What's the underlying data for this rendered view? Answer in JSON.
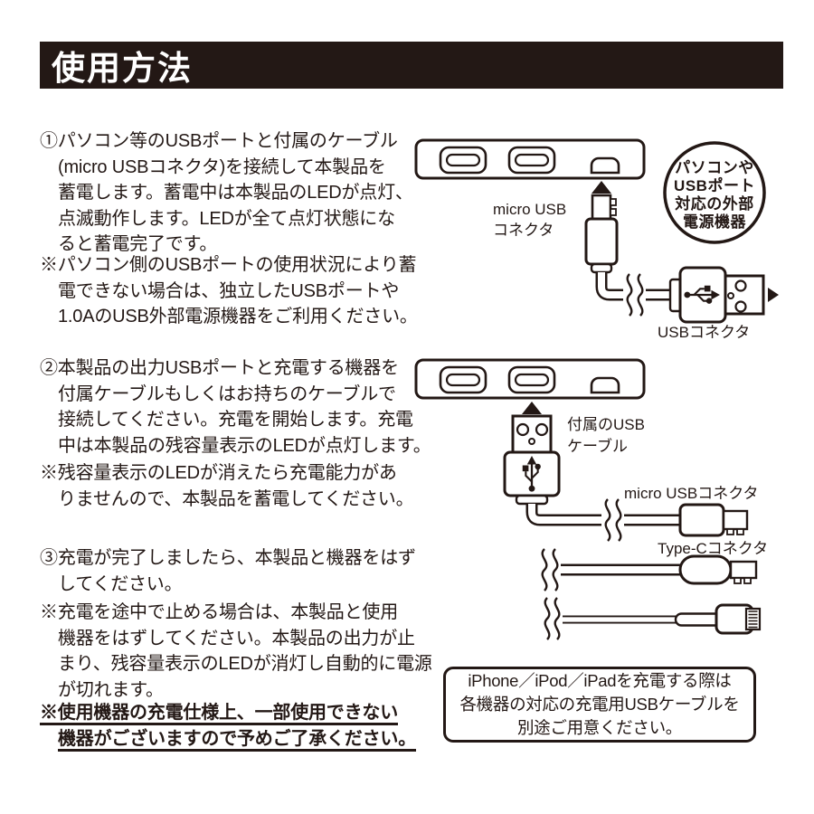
{
  "header": {
    "title": "使用方法"
  },
  "instructions": {
    "step1": "①パソコン等のUSBポートと付属のケーブル\n(micro USBコネクタ)を接続して本製品を\n蓄電します。蓄電中は本製品のLEDが点灯、\n点滅動作します。LEDが全て点灯状態にな\nると蓄電完了です。",
    "note1": "※パソコン側のUSBポートの使用状況により蓄\n電できない場合は、独立したUSBポートや\n1.0AのUSB外部電源機器をご利用ください。",
    "step2": "②本製品の出力USBポートと充電する機器を\n付属ケーブルもしくはお持ちのケーブルで\n接続してください。充電を開始します。充電\n中は本製品の残容量表示のLEDが点灯します。",
    "note2": "※残容量表示のLEDが消えたら充電能力があ\nりませんので、本製品を蓄電してください。",
    "step3": "③充電が完了しましたら、本製品と機器をはず\nしてください。",
    "note3": "※充電を途中で止める場合は、本製品と使用\n機器をはずしてください。本製品の出力が止\nまり、残容量表示のLEDが消灯し自動的に電源\nが切れます。",
    "note4": "※使用機器の充電仕様上、一部使用できない\n機器がございますので予めご了承ください。"
  },
  "diagram1": {
    "label_micro_usb": [
      "micro USB",
      "コネクタ"
    ],
    "label_usb_connector": "USBコネクタ",
    "bubble_lines": [
      "パソコンや",
      "USBポート",
      "対応の外部",
      "電源機器"
    ]
  },
  "diagram2": {
    "label_included_cable": [
      "付属のUSB",
      "ケーブル"
    ],
    "label_micro_usb_connector": "micro USBコネクタ",
    "label_type_c_connector": "Type-Cコネクタ"
  },
  "notice_box": {
    "text": "iPhone／iPod／iPadを充電する際は\n各機器の対応の充電用USBケーブルを\n別途ご用意ください。"
  },
  "colors": {
    "ink": "#231815",
    "paper": "#ffffff"
  }
}
